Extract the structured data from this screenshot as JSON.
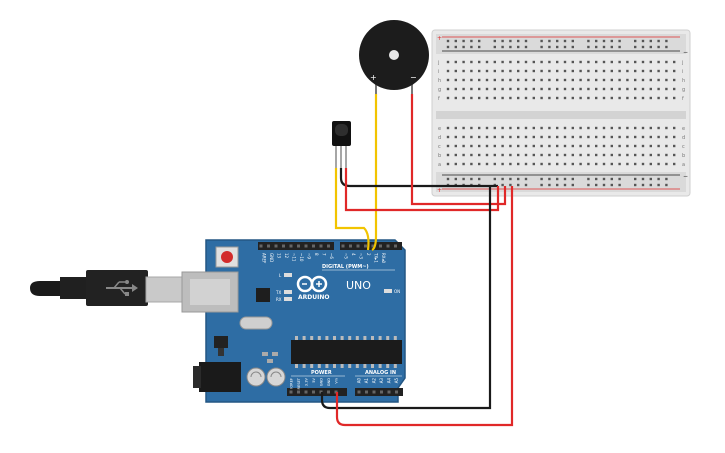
{
  "colors": {
    "board": "#2E6DA4",
    "board_light": "#3F84C2",
    "breadboard": "#E8E8E8",
    "wire_red": "#E02828",
    "wire_black": "#1A1A1A",
    "wire_yellow": "#F2C400",
    "buzzer": "#1C1C1C",
    "usb_metal": "#C9C9C9"
  },
  "buzzer": {
    "plus_label": "+",
    "minus_label": "−"
  },
  "breadboard": {
    "row_letters_top": [
      "j",
      "i",
      "h",
      "g",
      "f"
    ],
    "row_letters_bottom": [
      "e",
      "d",
      "c",
      "b",
      "a"
    ],
    "rail_plus": "+",
    "rail_minus": "−",
    "columns_visible": 30
  },
  "arduino": {
    "logo_text": "ARDUINO",
    "model_text": "UNO",
    "on_label": "ON",
    "l_label": "L",
    "tx_label": "TX",
    "rx_label": "RX",
    "digital_label": "DIGITAL (PWM~)",
    "power_label": "POWER",
    "analog_label": "ANALOG IN",
    "aref_label": "AREF",
    "gnd_label": "GND",
    "digital_pins": [
      "13",
      "12",
      "~11",
      "~10",
      "~9",
      "8",
      "7",
      "~6",
      "~5",
      "4",
      "~3",
      "2",
      "TX▸1",
      "RX◂0"
    ],
    "power_pins": [
      "IOREF",
      "RESET",
      "3.3V",
      "5V",
      "GND",
      "GND",
      "Vin"
    ],
    "analog_pins": [
      "A0",
      "A1",
      "A2",
      "A3",
      "A4",
      "A5"
    ]
  }
}
